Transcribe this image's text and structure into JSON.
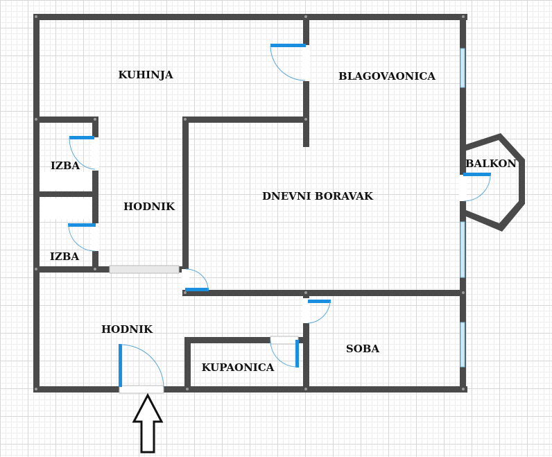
{
  "rooms": {
    "kitchen": "KUHINJA",
    "dining": "BLAGOVAONICA",
    "storage_1": "IZBA",
    "storage_2": "IZBA",
    "hallway_upper": "HODNIK",
    "living": "DNEVNI BORAVAK",
    "balcony": "BALKON",
    "hallway_lower": "HODNIK",
    "room": "SOBA",
    "bathroom": "KUPAONICA"
  },
  "colors": {
    "wall": "#4a4a4a",
    "door": "#1a8fe0",
    "window": "#cfe9f5"
  },
  "icons": {
    "entrance": "arrow-up-outline-icon"
  }
}
